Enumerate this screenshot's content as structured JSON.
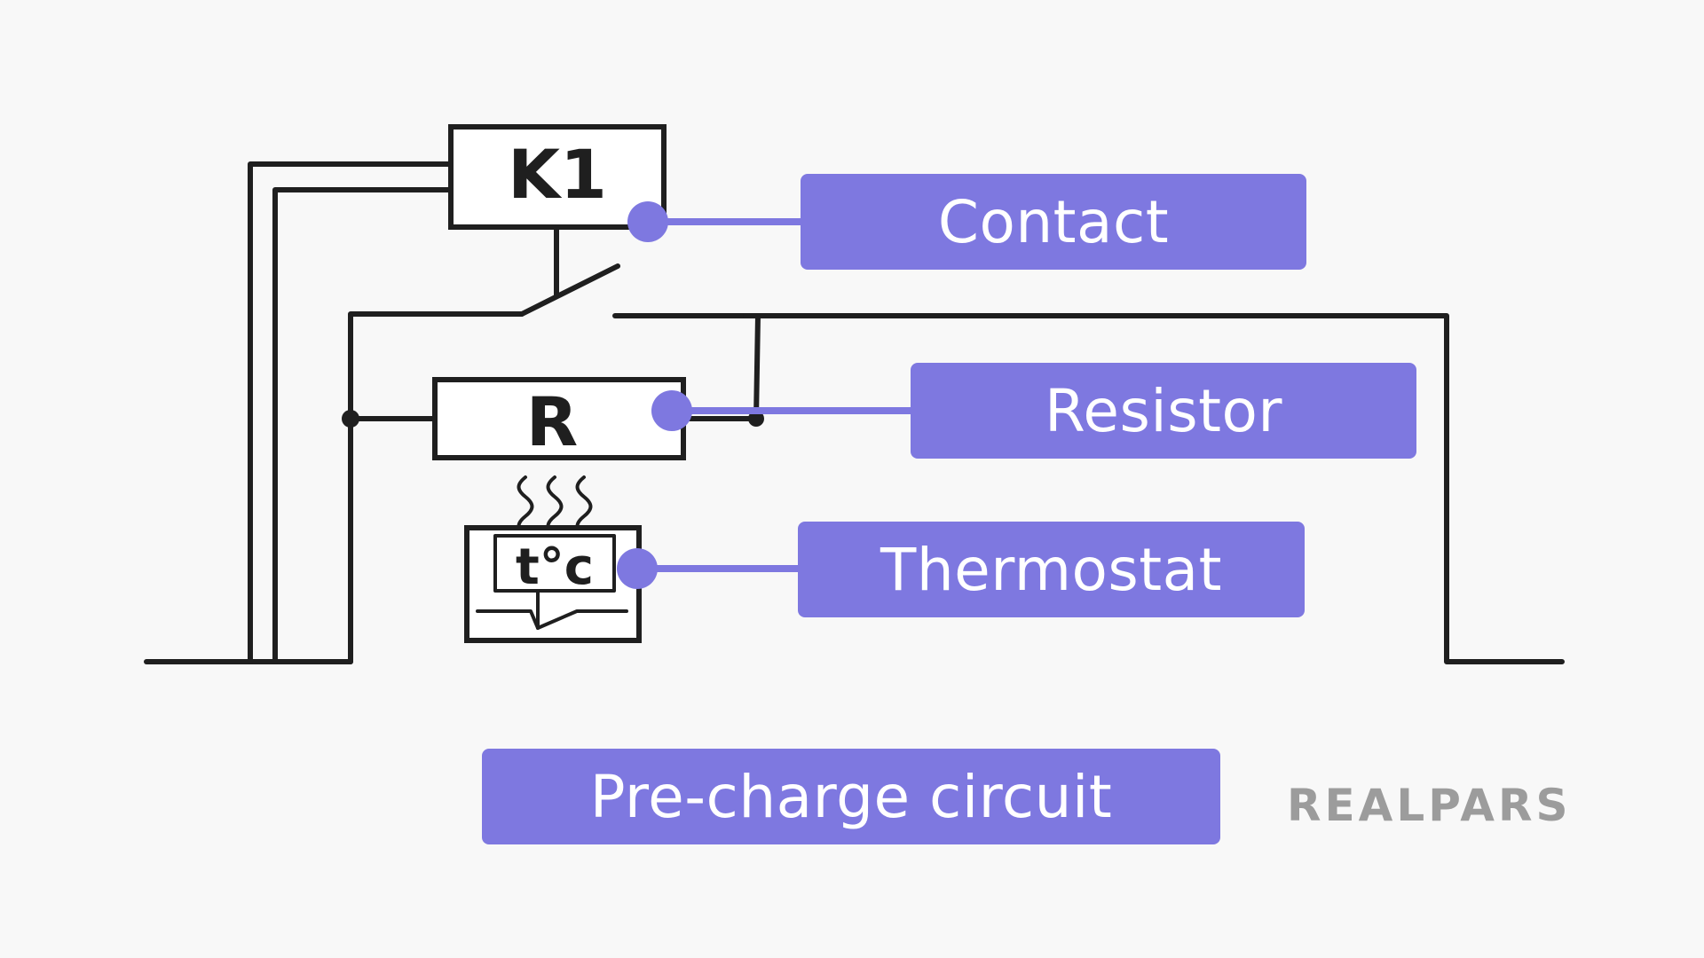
{
  "components": {
    "contactor_label": "K1",
    "resistor_label": "R",
    "thermostat_label": "t°c"
  },
  "callouts": {
    "contact": "Contact",
    "resistor": "Resistor",
    "thermostat": "Thermostat",
    "caption": "Pre-charge circuit"
  },
  "logo": "REALPARS",
  "colors": {
    "accent": "#7e78e0",
    "line": "#1f1f1f",
    "background": "#f8f8f8",
    "logo": "#9c9c9c"
  }
}
